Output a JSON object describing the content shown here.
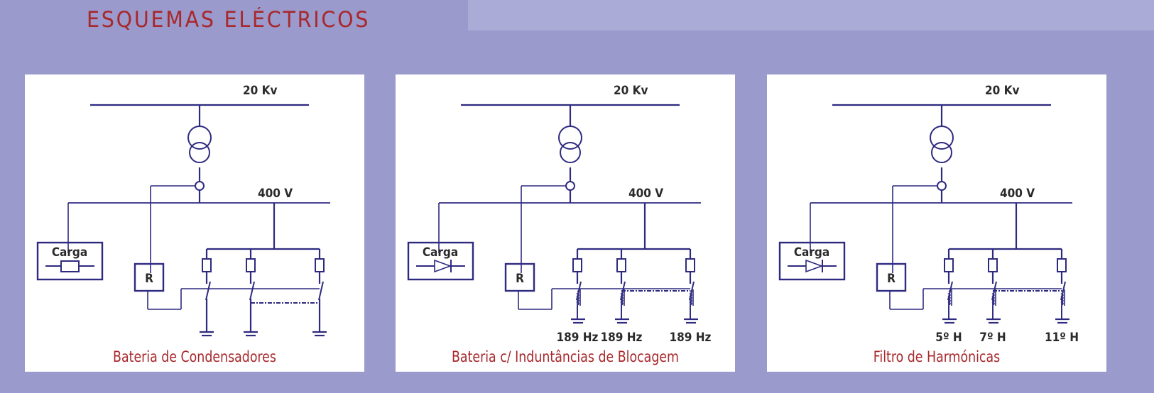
{
  "title": "ESQUEMAS ELÉCTRICOS",
  "colors": {
    "line": "#2e2a80",
    "accent": "#a8282c",
    "background": "#9a9acc"
  },
  "panels": [
    {
      "caption": "Bateria de Condensadores",
      "hv_label": "20 Kv",
      "lv_label": "400 V",
      "load_label": "Carga",
      "load_symbol": "resistor-icon",
      "relay_label": "R",
      "branch_type": "capacitor",
      "branch_labels": []
    },
    {
      "caption": "Bateria c/ Induntâncias de Blocagem",
      "hv_label": "20 Kv",
      "lv_label": "400 V",
      "load_label": "Carga",
      "load_symbol": "diode-icon",
      "relay_label": "R",
      "branch_type": "inductor",
      "branch_labels": [
        "189 Hz",
        "189 Hz",
        "189 Hz"
      ]
    },
    {
      "caption": "Filtro de Harmónicas",
      "hv_label": "20 Kv",
      "lv_label": "400 V",
      "load_label": "Carga",
      "load_symbol": "diode-icon",
      "relay_label": "R",
      "branch_type": "inductor",
      "branch_labels": [
        "5º H",
        "7º H",
        "11º H"
      ]
    }
  ]
}
